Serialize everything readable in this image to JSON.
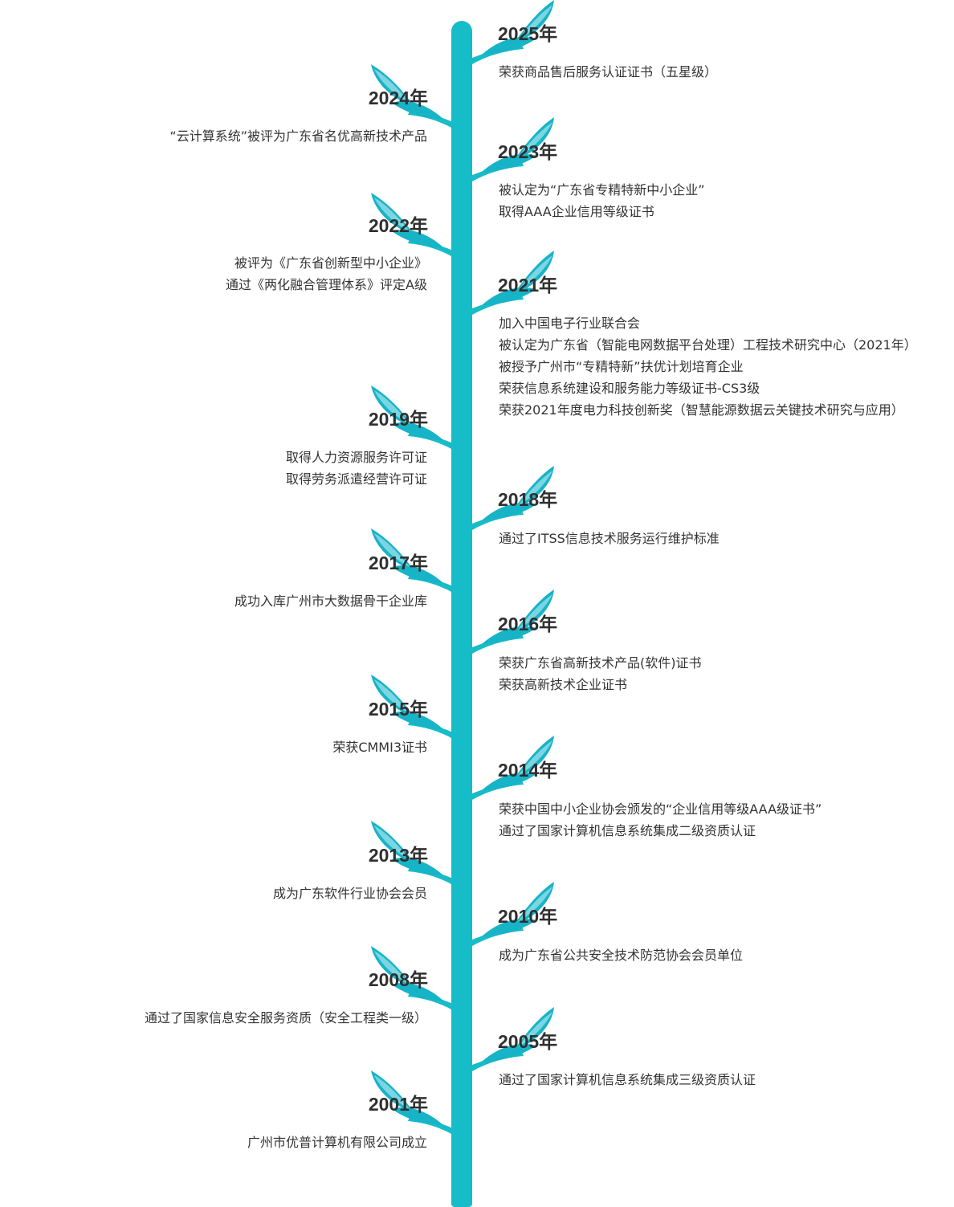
{
  "accent_color": "#16bcc8",
  "leaf_color_dark": "#17b3c7",
  "leaf_color_light": "#a6e6ee",
  "milestones": [
    {
      "year": "2025年",
      "side": "right",
      "items": [
        "荣获商品售后服务认证证书（五星级）"
      ]
    },
    {
      "year": "2024年",
      "side": "left",
      "items": [
        "“云计算系统”被评为广东省名优高新技术产品"
      ]
    },
    {
      "year": "2023年",
      "side": "right",
      "items": [
        "被认定为“广东省专精特新中小企业”",
        "取得AAA企业信用等级证书"
      ]
    },
    {
      "year": "2022年",
      "side": "left",
      "items": [
        "被评为《广东省创新型中小企业》",
        "通过《两化融合管理体系》评定A级"
      ]
    },
    {
      "year": "2021年",
      "side": "right",
      "items": [
        "加入中国电子行业联合会",
        "被认定为广东省（智能电网数据平台处理）工程技术研究中心（2021年）",
        "被授予广州市“专精特新”扶优计划培育企业",
        "荣获信息系统建设和服务能力等级证书-CS3级",
        "荣获2021年度电力科技创新奖（智慧能源数据云关键技术研究与应用）"
      ]
    },
    {
      "year": "2019年",
      "side": "left",
      "items": [
        "取得人力资源服务许可证",
        "取得劳务派遣经营许可证"
      ]
    },
    {
      "year": "2018年",
      "side": "right",
      "items": [
        "通过了ITSS信息技术服务运行维护标准"
      ]
    },
    {
      "year": "2017年",
      "side": "left",
      "items": [
        "成功入库广州市大数据骨干企业库"
      ]
    },
    {
      "year": "2016年",
      "side": "right",
      "items": [
        "荣获广东省高新技术产品(软件)证书",
        "荣获高新技术企业证书"
      ]
    },
    {
      "year": "2015年",
      "side": "left",
      "items": [
        "荣获CMMI3证书"
      ]
    },
    {
      "year": "2014年",
      "side": "right",
      "items": [
        "荣获中国中小企业协会颁发的“企业信用等级AAA级证书”",
        "通过了国家计算机信息系统集成二级资质认证"
      ]
    },
    {
      "year": "2013年",
      "side": "left",
      "items": [
        "成为广东软件行业协会会员"
      ]
    },
    {
      "year": "2010年",
      "side": "right",
      "items": [
        "成为广东省公共安全技术防范协会会员单位"
      ]
    },
    {
      "year": "2008年",
      "side": "left",
      "items": [
        "通过了国家信息安全服务资质（安全工程类一级）"
      ]
    },
    {
      "year": "2005年",
      "side": "right",
      "items": [
        "通过了国家计算机信息系统集成三级资质认证"
      ]
    },
    {
      "year": "2001年",
      "side": "left",
      "items": [
        "广州市优普计算机有限公司成立"
      ]
    }
  ]
}
